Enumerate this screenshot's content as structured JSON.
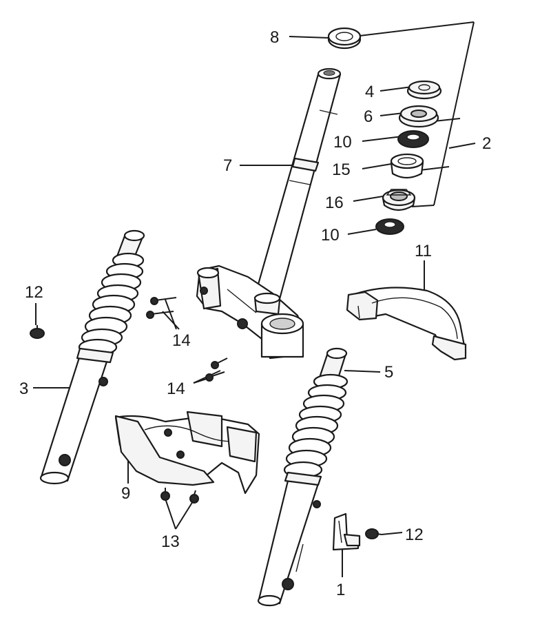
{
  "diagram": {
    "labels": [
      {
        "id": "label-8",
        "text": "8"
      },
      {
        "id": "label-4",
        "text": "4"
      },
      {
        "id": "label-6",
        "text": "6"
      },
      {
        "id": "label-10-top",
        "text": "10"
      },
      {
        "id": "label-2",
        "text": "2"
      },
      {
        "id": "label-7",
        "text": "7"
      },
      {
        "id": "label-15",
        "text": "15"
      },
      {
        "id": "label-16",
        "text": "16"
      },
      {
        "id": "label-10-bottom",
        "text": "10"
      },
      {
        "id": "label-11",
        "text": "11"
      },
      {
        "id": "label-12-left",
        "text": "12"
      },
      {
        "id": "label-14-upper",
        "text": "14"
      },
      {
        "id": "label-3",
        "text": "3"
      },
      {
        "id": "label-5",
        "text": "5"
      },
      {
        "id": "label-14-lower",
        "text": "14"
      },
      {
        "id": "label-9",
        "text": "9"
      },
      {
        "id": "label-13",
        "text": "13"
      },
      {
        "id": "label-12-right",
        "text": "12"
      },
      {
        "id": "label-1",
        "text": "1"
      }
    ],
    "colors": {
      "ink": "#1a1a1a",
      "background": "#ffffff",
      "part_fill": "#f4f4f4",
      "dark_fill": "#2a2a2a"
    }
  }
}
